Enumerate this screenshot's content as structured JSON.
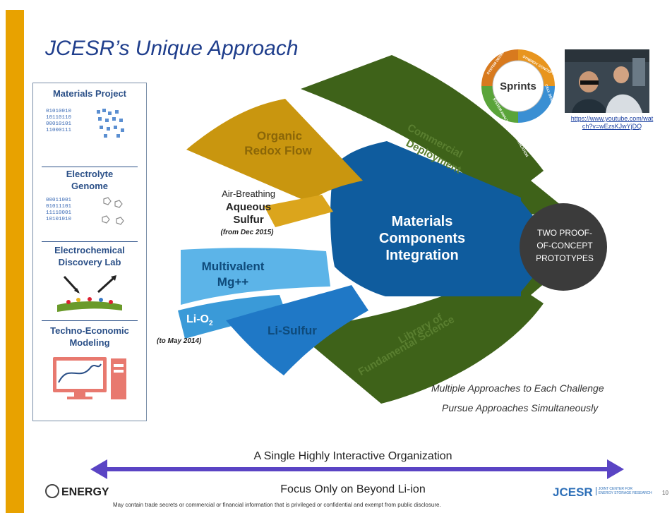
{
  "title": "JCESR’s Unique Approach",
  "left_panel": {
    "materials_project": "Materials Project",
    "materials_binary": "01010010\n10110110\n00010101\n11000111",
    "electrolyte_genome": [
      "Electrolyte",
      "Genome"
    ],
    "electrolyte_binary": "00011001\n01011101\n11110001\n10101010",
    "ec_lab": [
      "Electrochemical",
      "Discovery Lab"
    ],
    "tem": [
      "Techno-Economic",
      "Modeling"
    ]
  },
  "sprints": {
    "center": "Sprints",
    "segments": [
      "SYSTEM DEFINITIONS",
      "SYNERGY CONCEPTS",
      "CELL DESIGN AND PROTOTYPING",
      "SYSTEM ANALYSIS AND TRANSLATION"
    ]
  },
  "video_url": [
    "https://www.youtube.com/wat",
    "ch?v=wEzsKJwYjDQ"
  ],
  "fan": {
    "organic": [
      "Organic",
      "Redox Flow"
    ],
    "air": [
      "Air-Breathing",
      "Aqueous",
      "Sulfur"
    ],
    "air_note": "(from Dec 2015)",
    "multivalent": [
      "Multivalent",
      "Mg++"
    ],
    "lio2": "Li-O",
    "lio2_sub": "2",
    "lio2_note": "(to May 2014)",
    "lisulfur": "Li-Sulfur"
  },
  "center": [
    "Materials",
    "Components",
    "Integration"
  ],
  "upper_arrow": [
    "Commercial",
    "Deployment"
  ],
  "lower_arrow": [
    "Library of",
    "Fundamental Science"
  ],
  "target": [
    "TWO PROOF-",
    "OF-CONCEPT",
    "PROTOTYPES"
  ],
  "notes": [
    "Multiple Approaches to Each Challenge",
    "Pursue Approaches Simultaneously"
  ],
  "bottom_arrow": {
    "top": "A Single Highly Interactive Organization",
    "bottom": "Focus Only on Beyond Li-ion"
  },
  "footer": {
    "disclaimer": "May contain trade secrets or commercial or financial information that is privileged or confidential and exempt from public disclosure.",
    "doe": "ENERGY",
    "jcesr": "JCESR",
    "jcesr_sub": [
      "JOINT CENTER FOR",
      "ENERGY STORAGE RESEARCH"
    ],
    "page": "10"
  },
  "colors": {
    "accent_bar": "#e8a200",
    "title": "#1f3e8c",
    "organic": "#c9960f",
    "air": "#dba51c",
    "multivalent": "#5cb4e8",
    "lio2": "#3a9ad8",
    "lisulfur": "#1f78c6",
    "center": "#0f5c9e",
    "green_arrow": "#3e6219",
    "target": "#3b3b3b",
    "bottom_arrow": "#5a44c4"
  }
}
